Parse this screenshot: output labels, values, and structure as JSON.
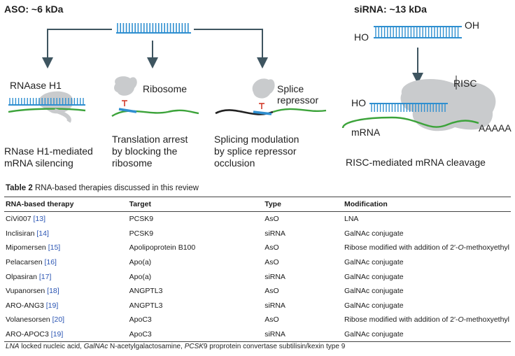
{
  "figure": {
    "aso_title": "ASO: ~6 kDa",
    "sirna_title": "siRNA: ~13 kDa",
    "sirna_oh": "OH",
    "sirna_ho": "HO",
    "rnaase_label": "RNAase H1",
    "ribosome_label": "Ribosome",
    "splice_label_1": "Splice",
    "splice_label_2": "repressor",
    "risc_label": "RISC",
    "risc_ho": "HO",
    "mrna_label": "mRNA",
    "polya_label": "AAAAA",
    "caption_rnase_1": "RNase H1-mediated",
    "caption_rnase_2": "mRNA silencing",
    "caption_translation_1": "Translation arrest",
    "caption_translation_2": "by blocking the",
    "caption_translation_3": "ribosome",
    "caption_splicing_1": "Splicing modulation",
    "caption_splicing_2": "by splice repressor",
    "caption_splicing_3": "occlusion",
    "caption_risc": "RISC-mediated mRNA cleavage"
  },
  "table": {
    "label": "Table 2",
    "title": "RNA-based therapies discussed in this review",
    "headers": [
      "RNA-based therapy",
      "Target",
      "Type",
      "Modification"
    ],
    "rows": [
      {
        "therapy": "CiVi007",
        "ref": "[13]",
        "target": "PCSK9",
        "type": "AsO",
        "mod": "LNA",
        "mod_em": ""
      },
      {
        "therapy": "Inclisiran",
        "ref": "[14]",
        "target": "PCSK9",
        "type": "siRNA",
        "mod": "GalNAc conjugate",
        "mod_em": ""
      },
      {
        "therapy": "Mipomersen",
        "ref": "[15]",
        "target": "Apolipoprotein B100",
        "type": "AsO",
        "mod": "Ribose modified with addition of 2′-",
        "mod_em": "O",
        "mod_tail": "-methoxyethyl"
      },
      {
        "therapy": "Pelacarsen",
        "ref": "[16]",
        "target": "Apo(a)",
        "type": "AsO",
        "mod": "GalNAc conjugate",
        "mod_em": ""
      },
      {
        "therapy": "Olpasiran",
        "ref": "[17]",
        "target": "Apo(a)",
        "type": "siRNA",
        "mod": "GalNAc conjugate",
        "mod_em": ""
      },
      {
        "therapy": "Vupanorsen",
        "ref": "[18]",
        "target": "ANGPTL3",
        "type": "AsO",
        "mod": "GalNAc conjugate",
        "mod_em": ""
      },
      {
        "therapy": "ARO-ANG3",
        "ref": "[19]",
        "target": "ANGPTL3",
        "type": "siRNA",
        "mod": "GalNAc conjugate",
        "mod_em": ""
      },
      {
        "therapy": "Volanesorsen",
        "ref": "[20]",
        "target": "ApoC3",
        "type": "AsO",
        "mod": "Ribose modified with addition of 2′-",
        "mod_em": "O",
        "mod_tail": "-methoxyethyl"
      },
      {
        "therapy": "ARO-APOC3",
        "ref": "[19]",
        "target": "ApoC3",
        "type": "siRNA",
        "mod": "GalNAc conjugate",
        "mod_em": ""
      }
    ]
  },
  "footnote": {
    "lna_abbr": "LNA",
    "lna_def": " locked nucleic acid, ",
    "galnac_abbr": "GalNAc",
    "galnac_def": " N-acetylgalactosamine, ",
    "pcsk_abbr": "PCSK",
    "pcsk_def": "9 proprotein convertase subtilisin/kexin type 9"
  },
  "colors": {
    "strand_blue": "#2f8fd0",
    "mrna_green": "#3ca33a",
    "arrow_dark": "#3e5560",
    "protein_grey": "#c9cbcd",
    "ref_blue": "#2b55b3",
    "block_red": "#d23a2a"
  }
}
